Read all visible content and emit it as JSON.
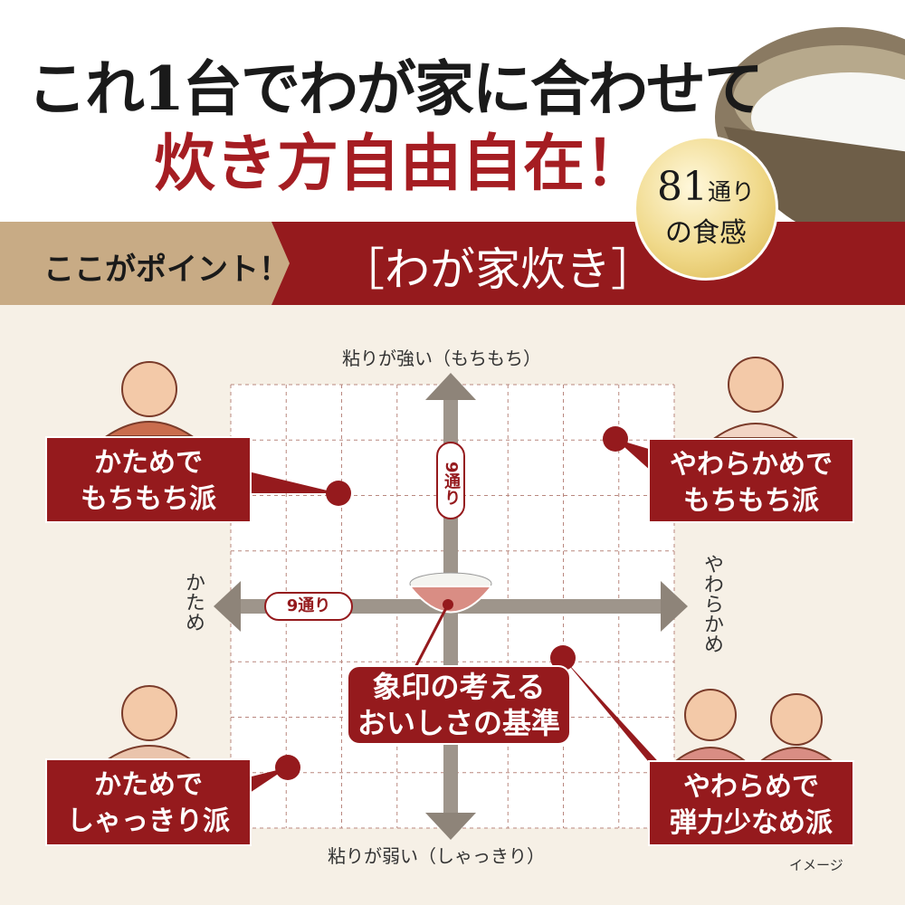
{
  "header": {
    "line1": "これ1台でわが家に合わせて",
    "line2": "炊き方自由自在！"
  },
  "badge": {
    "number": "81",
    "unit": "通り",
    "suffix": "の食感"
  },
  "band": {
    "point": "ここがポイント！",
    "feature": "［わが家炊き］"
  },
  "axes": {
    "top": "粘りが強い（もちもち）",
    "bottom": "粘りが弱い（しゃっきり）",
    "left": "かため",
    "right": "やわらかめ",
    "vertical_count": "9通り",
    "horizontal_count": "9通り"
  },
  "center": {
    "line1": "象印の考える",
    "line2": "おいしさの基準"
  },
  "callouts": [
    {
      "line1": "かためで",
      "line2": "もちもち派"
    },
    {
      "line1": "やわらかめで",
      "line2": "もちもち派"
    },
    {
      "line1": "かためで",
      "line2": "しゃっきり派"
    },
    {
      "line1": "やわらめで",
      "line2": "弾力少なめ派"
    }
  ],
  "note": "イメージ",
  "colors": {
    "brand_red": "#951a1d",
    "tan": "#c8ab85",
    "background": "#f6f0e6"
  }
}
